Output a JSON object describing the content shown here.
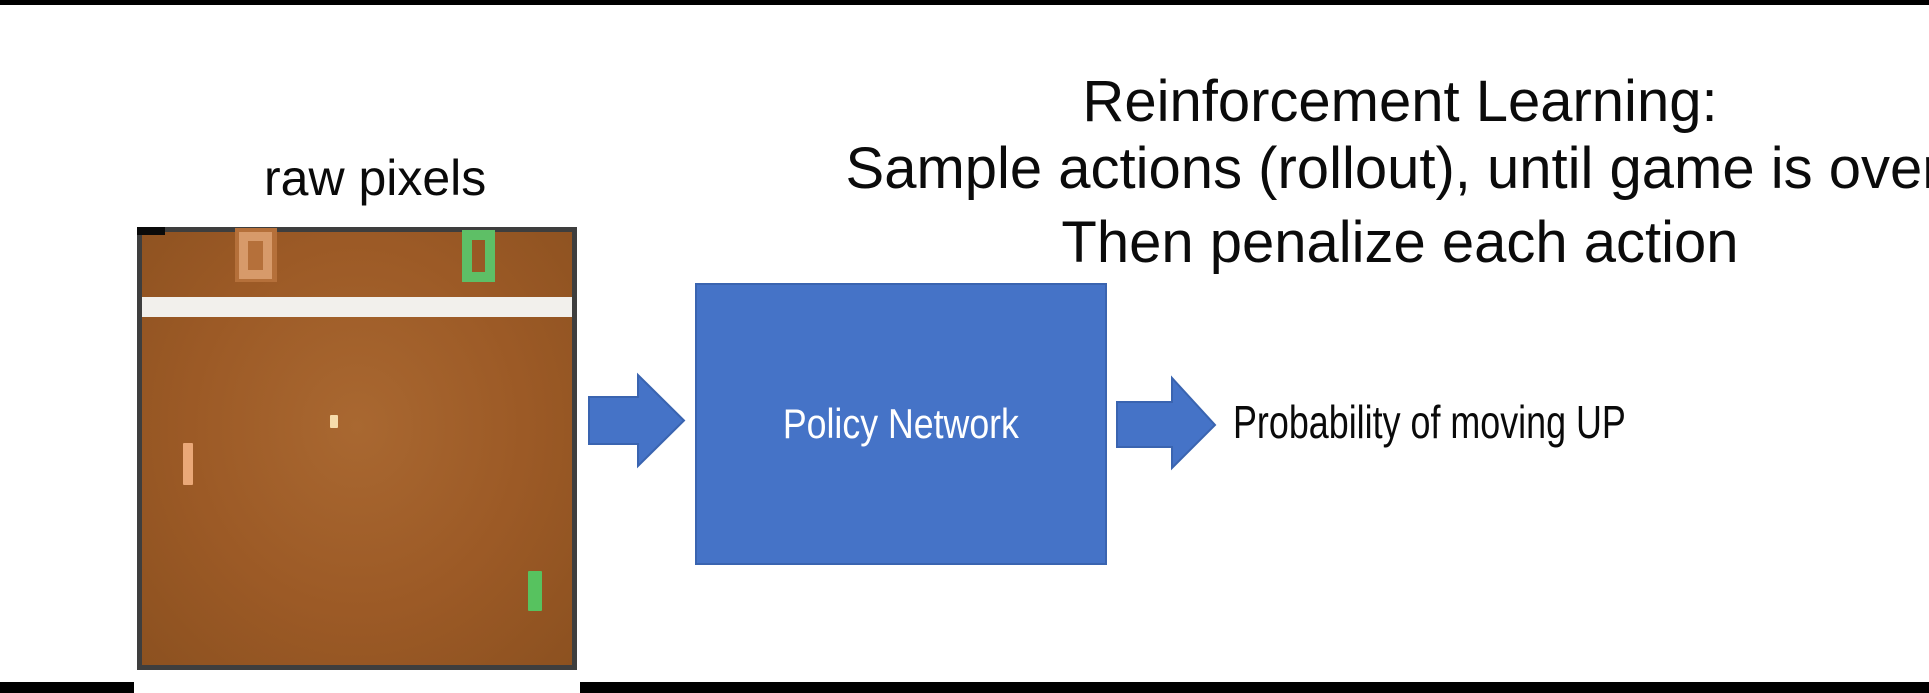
{
  "title": {
    "line1": "Reinforcement Learning:",
    "line2": "Sample actions (rollout), until game is over,",
    "line3": "Then penalize each action"
  },
  "game": {
    "caption": "raw pixels",
    "scores": {
      "left_player": "0",
      "right_player": "0"
    },
    "elements": [
      "score-left",
      "score-right",
      "center-stripe",
      "ball",
      "left-paddle",
      "right-paddle"
    ]
  },
  "policy_box": {
    "label": "Policy Network"
  },
  "output": {
    "label": "Probability of moving UP"
  },
  "colors": {
    "accent_blue": "#4573c7",
    "accent_blue_border": "#3a64b0",
    "field_brown": "#9c5a26",
    "field_brown_light": "#a96831",
    "field_brown_dark": "#8c5120",
    "game_border": "#3e3e3e",
    "stripe_white": "#f2f0ec",
    "ball": "#f6dcab",
    "paddle_tan": "#eaa878",
    "paddle_green": "#57c25f",
    "score_orange": "#d79a6a",
    "score_green": "#5ebf66",
    "score_patch": "#b5703a",
    "text_black": "#000000"
  }
}
